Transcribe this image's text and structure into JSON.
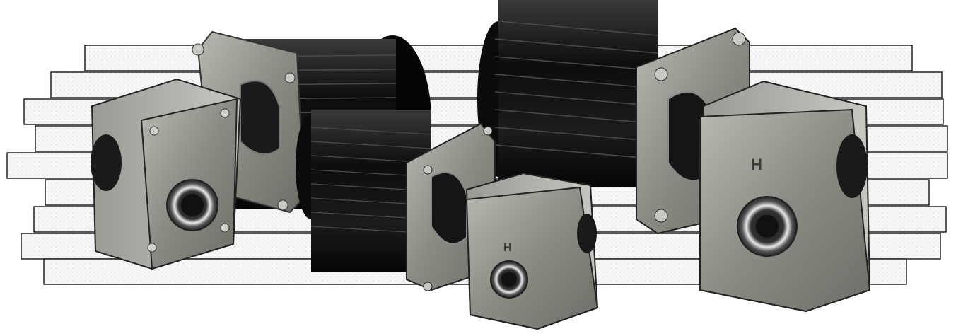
{
  "scene": {
    "background": "#ffffff",
    "backdrop_strip_stroke": "#222222",
    "backdrop_strip_fill": "#f4f4f4",
    "motor_color": "#111111",
    "gearbox_color": "#8c8c86",
    "gearbox_count": 4,
    "motor_count": 3,
    "logo_mark": "H"
  }
}
